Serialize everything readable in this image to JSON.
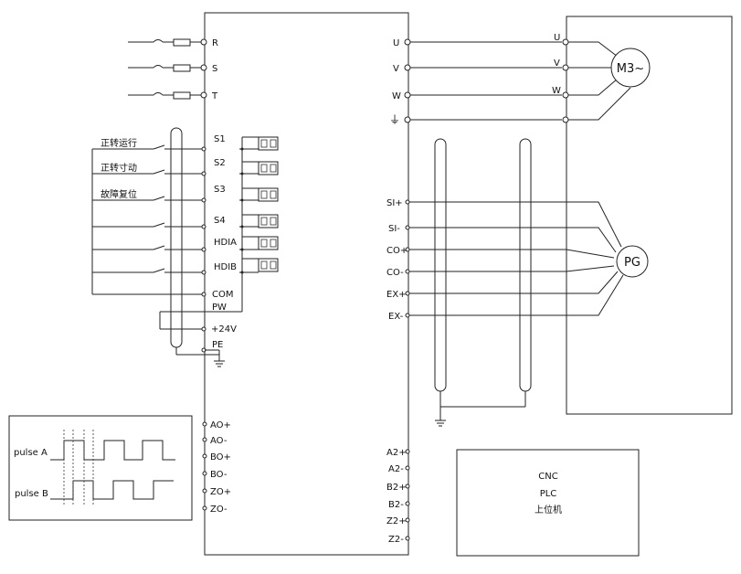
{
  "drive": {
    "power_inputs": [
      "R",
      "S",
      "T"
    ],
    "outputs": [
      "U",
      "V",
      "W"
    ],
    "ground_symbol": "⏚",
    "digital_inputs": [
      "S1",
      "S2",
      "S3",
      "S4",
      "HDIA",
      "HDIB"
    ],
    "common_terminals": [
      "COM",
      "PW",
      "+24V",
      "PE"
    ],
    "encoder_terminals": [
      "SI+",
      "SI-",
      "CO+",
      "CO-",
      "EX+",
      "EX-"
    ],
    "analog_outputs": [
      "AO+",
      "AO-",
      "BO+",
      "BO-",
      "ZO+",
      "ZO-"
    ],
    "pulse_terminals": [
      "A2+",
      "A2-",
      "B2+",
      "B2-",
      "Z2+",
      "Z2-"
    ]
  },
  "switch_labels": [
    "正转运行",
    "正转寸动",
    "故障复位"
  ],
  "motor": {
    "label": "M3~",
    "terminals": [
      "U",
      "V",
      "W"
    ]
  },
  "encoder": {
    "label": "PG"
  },
  "controller": {
    "lines": [
      "CNC",
      "PLC",
      "上位机"
    ]
  },
  "pulse_diagram": {
    "labels": [
      "pulse A",
      "pulse B"
    ]
  }
}
